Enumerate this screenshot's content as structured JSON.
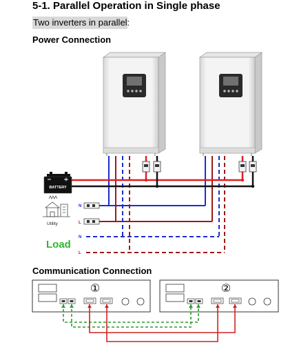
{
  "document": {
    "title": "5-1. Parallel Operation in Single phase",
    "subtitle": "Two inverters in parallel:",
    "power_section": "Power Connection",
    "comm_section": "Communication Connection"
  },
  "power_diagram": {
    "battery_label": "BATTERY",
    "utility_label": "Utility",
    "load_label": "Load",
    "utility_n": "N",
    "utility_l": "L",
    "load_n": "N",
    "load_l": "L"
  },
  "comm_diagram": {
    "unit1_number": "①",
    "unit2_number": "②"
  },
  "colors": {
    "battery_positive": "#e01e24",
    "battery_negative": "#111111",
    "neutral": "#1b2ccf",
    "line": "#9a1a1a",
    "load_text": "#2db82d",
    "current_sharing": "#2a9a2a",
    "parallel_comm": "#d42020"
  }
}
